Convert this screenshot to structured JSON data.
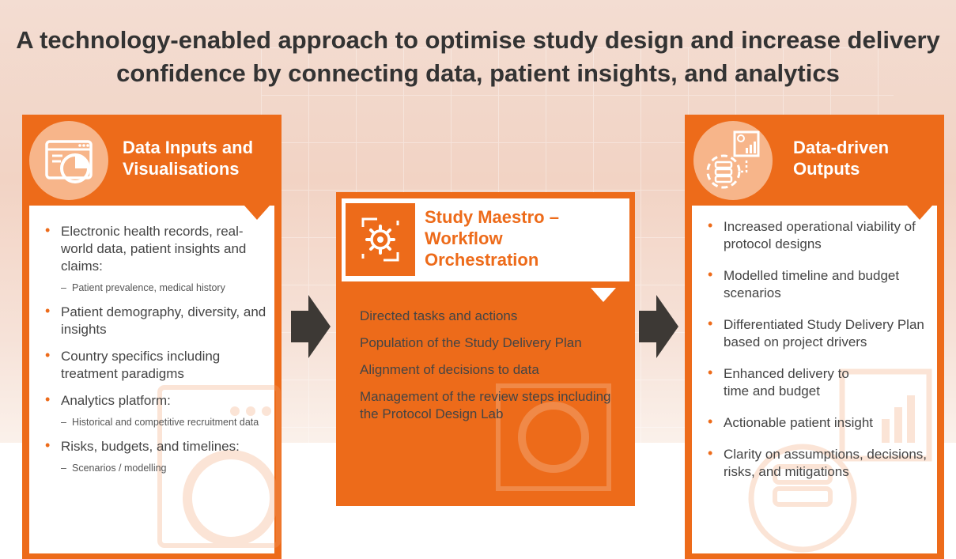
{
  "title": "A technology-enabled approach to optimise study design and increase delivery confidence by connecting data, patient insights, and analytics",
  "colors": {
    "brand": "#ed6b1a",
    "light": "#f7b58a",
    "arrow": "#3d3935"
  },
  "left": {
    "heading": "Data Inputs and Visualisations",
    "icon": "browser-pie-chart-icon",
    "items": [
      {
        "text": "Electronic health records, real-world data, patient insights and claims:",
        "sub": "Patient prevalence, medical history"
      },
      {
        "text": "Patient demography, diversity, and insights"
      },
      {
        "text": "Country specifics including treatment paradigms"
      },
      {
        "text": "Analytics platform:",
        "sub": "Historical and competitive recruitment data"
      },
      {
        "text": "Risks, budgets, and timelines:",
        "sub": "Scenarios / modelling"
      }
    ]
  },
  "center": {
    "heading": "Study Maestro – Workflow Orchestration",
    "icon": "gear-cycle-icon",
    "items": [
      "Directed tasks and actions",
      "Population of the Study Delivery Plan",
      "Alignment of decisions to data",
      "Management of the review steps including the Protocol Design Lab"
    ]
  },
  "right": {
    "heading": "Data-driven Outputs",
    "icon": "dashboard-database-icon",
    "items": [
      "Increased operational viability of protocol designs",
      "Modelled timeline and budget scenarios",
      "Differentiated Study Delivery Plan based on project drivers",
      "Enhanced delivery to time and budget",
      "Actionable patient insight",
      "Clarity on assumptions, decisions, risks, and mitigations"
    ]
  }
}
